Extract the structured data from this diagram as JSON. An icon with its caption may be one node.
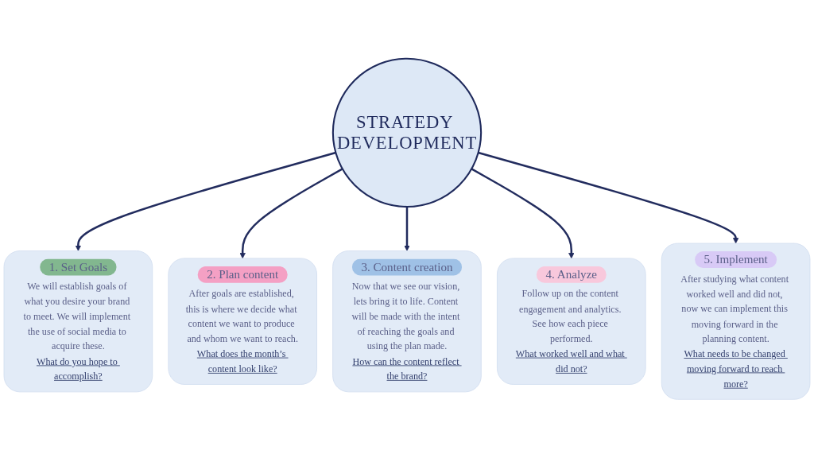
{
  "diagram": {
    "nodes": [
      {
        "text": [
          "STRATEDY DEVELOPMENT"
        ]
      },
      {
        "text": [
          "1. Set Goals",
          "We will establish goals of what you desire your brand to meet. We will implement the use of social media to acquire these.",
          "What do you hope to accomplish?"
        ]
      },
      {
        "text": [
          "2. Plan content",
          "After goals are established, this is where we decide what content we want to produce and whom we want to reach.",
          "What does the month’s content look like?"
        ]
      },
      {
        "text": [
          "3. Content creation",
          "Now that we see our vision, lets bring it to life. Content will be made with the intent of reaching the goals and using the plan made.",
          "How can the content reflect the brand?"
        ]
      },
      {
        "text": [
          "4. Analyze",
          "Follow up on the content engagement and analytics. See how each piece performed.",
          "What worked well and what did not?"
        ]
      },
      {
        "text": [
          "5. Implement",
          "After studying what content worked well and did not, now we can implement this moving forward in the planning content.",
          "What needs to be changed moving forward to reach more?"
        ]
      }
    ],
    "edges": [
      {
        "from": 0,
        "to": 1,
        "arrow": "to"
      },
      {
        "from": 0,
        "to": 2,
        "arrow": "to"
      },
      {
        "from": 0,
        "to": 3,
        "arrow": "to"
      },
      {
        "from": 0,
        "to": 4,
        "arrow": "to"
      },
      {
        "from": 0,
        "to": 5,
        "arrow": "to"
      }
    ]
  }
}
